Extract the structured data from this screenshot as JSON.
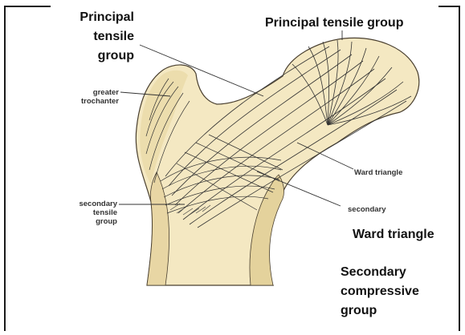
{
  "labels": {
    "principal_tensile_left": [
      "Principal",
      "tensile",
      "group"
    ],
    "principal_tensile_right": "Principal tensile group",
    "greater_trochanter": [
      "greater",
      "trochanter"
    ],
    "secondary_tensile": [
      "secondary",
      "tensile",
      "group"
    ],
    "ward_triangle_small": "Ward triangle",
    "secondary_small": "secondary",
    "ward_triangle_bold": "Ward triangle",
    "secondary_compressive": [
      "Secondary",
      "compressive",
      "group"
    ]
  },
  "colors": {
    "bone_fill": "#f4e8c2",
    "bone_shade": "#e6d49e",
    "trabecular_line": "#333333",
    "cortex_outline": "#4a4030"
  }
}
